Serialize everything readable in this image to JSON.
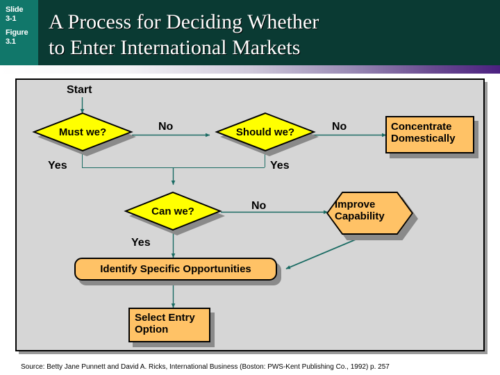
{
  "header": {
    "badge": {
      "slide_label": "Slide",
      "slide_number": "3-1",
      "figure_label": "Figure",
      "figure_number": "3.1"
    },
    "title_line1": "A Process for Deciding Whether",
    "title_line2": "to Enter International Markets",
    "bg_color": "#0a3a33",
    "badge_color": "#11776a",
    "accent_gradient_end": "#4b2080"
  },
  "diagram": {
    "panel_bg": "#d6d6d6",
    "decision_color": "#ffff00",
    "process_color": "#ffc266",
    "connector_color": "#1a6b63",
    "start_label": "Start",
    "nodes": [
      {
        "id": "must-we",
        "label": "Must we?",
        "shape": "diamond"
      },
      {
        "id": "should-we",
        "label": "Should we?",
        "shape": "diamond"
      },
      {
        "id": "can-we",
        "label": "Can we?",
        "shape": "diamond"
      },
      {
        "id": "concentrate-domestically",
        "label": "Concentrate\nDomestically",
        "line1": "Concentrate",
        "line2": "Domestically",
        "shape": "rectangle"
      },
      {
        "id": "improve-capability",
        "label": "Improve\nCapability",
        "line1": "Improve",
        "line2": "Capability",
        "shape": "hexagon"
      },
      {
        "id": "identify-specific-opportunities",
        "label": "Identify Specific Opportunities",
        "shape": "rounded-rectangle"
      },
      {
        "id": "select-entry-option",
        "label": "Select Entry\nOption",
        "line1": "Select Entry",
        "line2": "Option",
        "shape": "rectangle"
      }
    ],
    "edge_labels": {
      "must_we_no": "No",
      "must_we_yes": "Yes",
      "should_we_no": "No",
      "should_we_yes": "Yes",
      "can_we_no": "No",
      "can_we_yes": "Yes"
    }
  },
  "footer": {
    "source": "Source: Betty Jane Punnett and David A. Ricks, International Business (Boston: PWS-Kent Publishing Co., 1992) p. 257"
  }
}
